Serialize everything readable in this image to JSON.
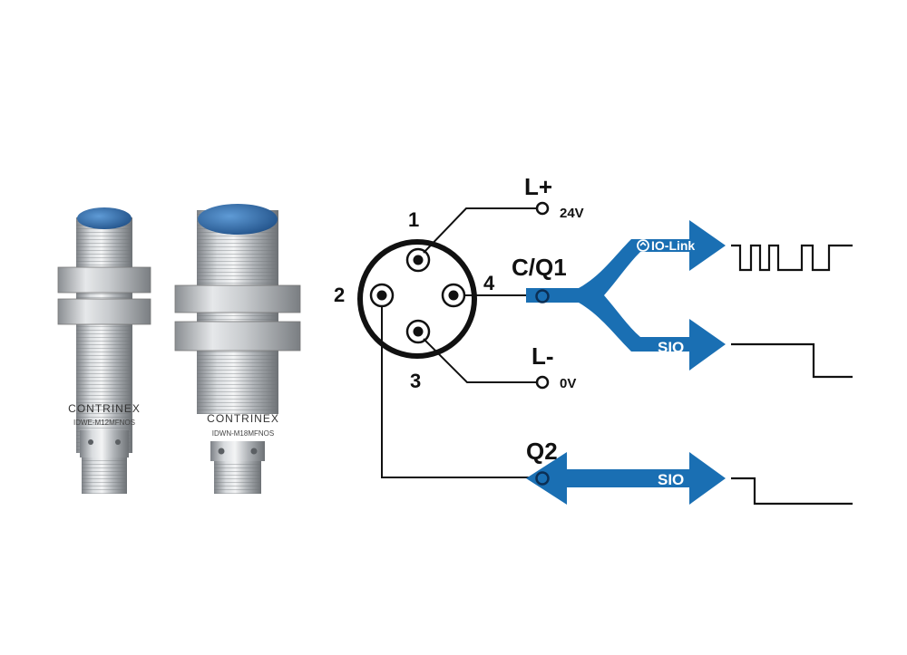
{
  "colors": {
    "accent": "#1a6fb3",
    "sensor_face": "#2f6fb0",
    "metal": "#b9bcc0",
    "line": "#111111"
  },
  "sensors": [
    {
      "brand": "CONTRINEX",
      "model": "IDWE-M12MFNOS"
    },
    {
      "brand": "CONTRINEX",
      "model": "IDWN-M18MFNOS"
    }
  ],
  "connector": {
    "pins": [
      "1",
      "2",
      "3",
      "4"
    ]
  },
  "labels": {
    "l_plus": "L+",
    "v24": "24V",
    "cq1": "C/Q1",
    "l_minus": "L-",
    "v0": "0V",
    "q2": "Q2"
  },
  "arrows": {
    "io_link": "IO-Link",
    "io_link_icon": "io-link-logo-icon",
    "sio_upper": "SIO",
    "sio_lower": "SIO"
  }
}
